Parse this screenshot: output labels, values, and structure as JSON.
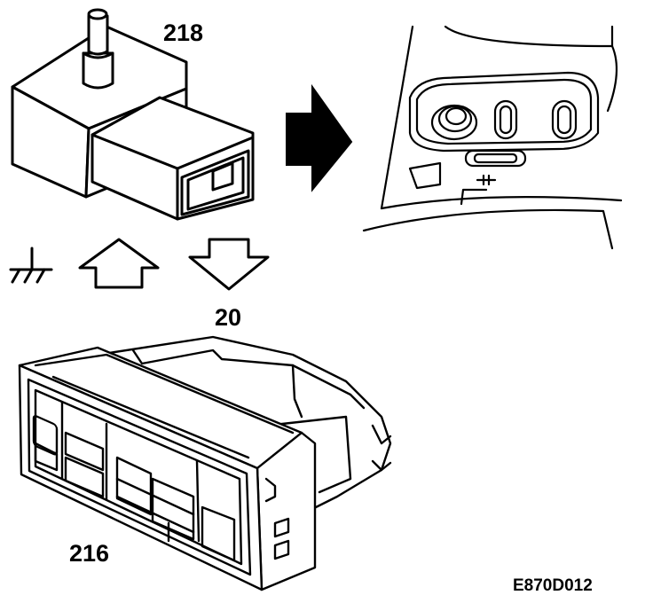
{
  "labels": {
    "sensor_part": "218",
    "signal_wire": "20",
    "control_panel": "216",
    "figure_code": "E870D012"
  },
  "icons": {
    "ground": "ground-symbol-icon",
    "input_arrow": "arrow-up-icon",
    "output_arrow": "arrow-down-icon",
    "pointer_arrow": "arrow-right-icon"
  },
  "colors": {
    "ink": "#000000",
    "paper": "#ffffff"
  }
}
